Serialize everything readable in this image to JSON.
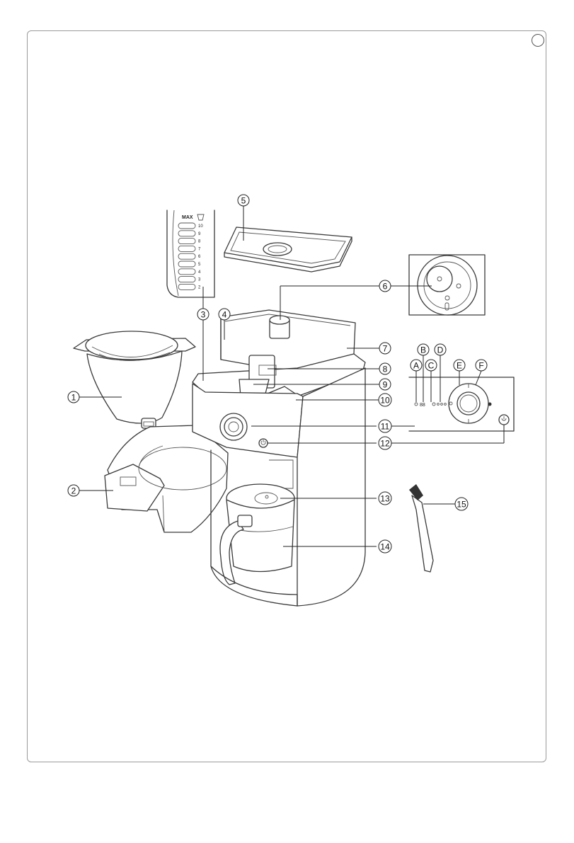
{
  "callouts": [
    {
      "id": "1",
      "label": "1"
    },
    {
      "id": "2",
      "label": "2"
    },
    {
      "id": "3",
      "label": "3"
    },
    {
      "id": "4",
      "label": "4"
    },
    {
      "id": "5",
      "label": "5"
    },
    {
      "id": "6",
      "label": "6"
    },
    {
      "id": "7",
      "label": "7"
    },
    {
      "id": "8",
      "label": "8"
    },
    {
      "id": "9",
      "label": "9"
    },
    {
      "id": "10",
      "label": "10"
    },
    {
      "id": "11",
      "label": "11"
    },
    {
      "id": "12",
      "label": "12"
    },
    {
      "id": "13",
      "label": "13"
    },
    {
      "id": "14",
      "label": "14"
    },
    {
      "id": "15",
      "label": "15"
    }
  ],
  "panel_callouts": [
    {
      "id": "A",
      "label": "A"
    },
    {
      "id": "B",
      "label": "B"
    },
    {
      "id": "C",
      "label": "C"
    },
    {
      "id": "D",
      "label": "D"
    },
    {
      "id": "E",
      "label": "E"
    },
    {
      "id": "F",
      "label": "F"
    }
  ],
  "water_scale": {
    "max_label": "MAX",
    "marks": [
      "10",
      "9",
      "8",
      "7",
      "6",
      "5",
      "4",
      "3",
      "2"
    ]
  },
  "control_panel": {
    "display_text": "88"
  },
  "icons": [
    "cup-icon",
    "power-icon",
    "grind-icon",
    "strength-icon"
  ]
}
